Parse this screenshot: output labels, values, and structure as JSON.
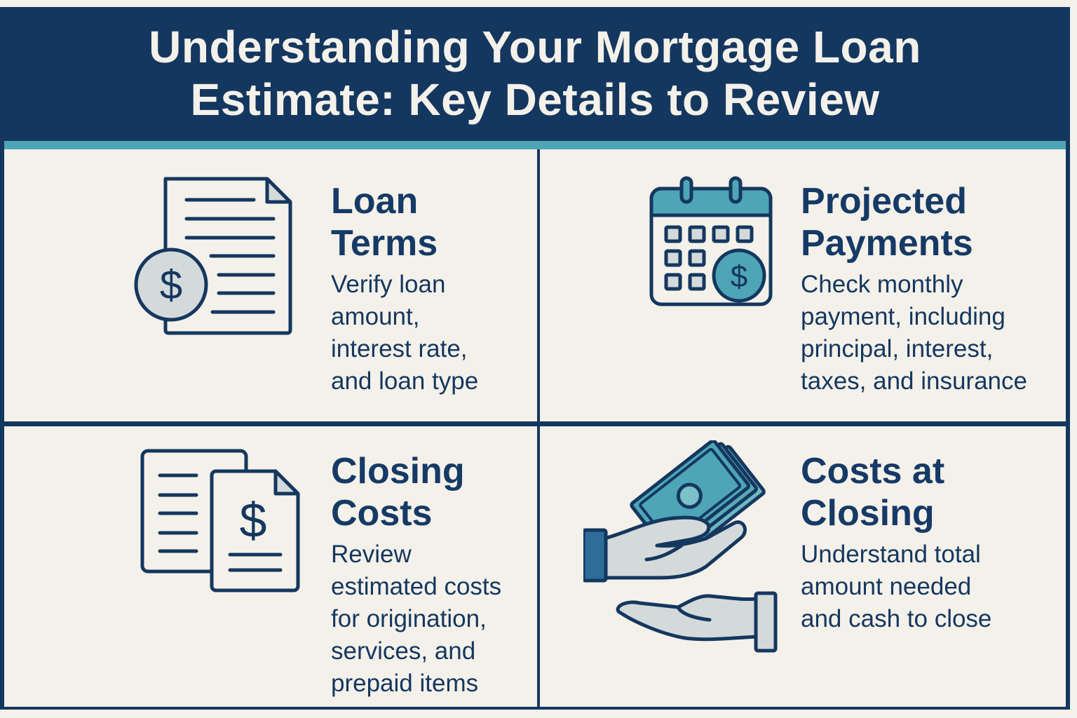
{
  "header": {
    "title_line1": "Understanding Your Mortgage Loan",
    "title_line2": "Estimate: Key Details to Review"
  },
  "colors": {
    "navy": "#14375f",
    "teal": "#4ea5b5",
    "cream": "#f4f1ea",
    "light_gray": "#d4d9da"
  },
  "cards": [
    {
      "icon": "document-dollar-icon",
      "heading_line1": "Loan",
      "heading_line2": "Terms",
      "desc_lines": [
        "Verify loan",
        "amount,",
        "interest rate,",
        "and loan type"
      ]
    },
    {
      "icon": "calendar-dollar-icon",
      "heading_line1": "Projected",
      "heading_line2": "Payments",
      "desc_lines": [
        "Check monthly",
        "payment, including",
        "principal, interest,",
        "taxes, and insurance"
      ]
    },
    {
      "icon": "documents-dollar-icon",
      "heading_line1": "Closing",
      "heading_line2": "Costs",
      "desc_lines": [
        "Review",
        "estimated costs",
        "for origination,",
        "services, and",
        "prepaid items"
      ]
    },
    {
      "icon": "hands-cash-icon",
      "heading_line1": "Costs at",
      "heading_line2": "Closing",
      "desc_lines": [
        "Understand total",
        "amount needed",
        "and cash to close"
      ]
    }
  ]
}
